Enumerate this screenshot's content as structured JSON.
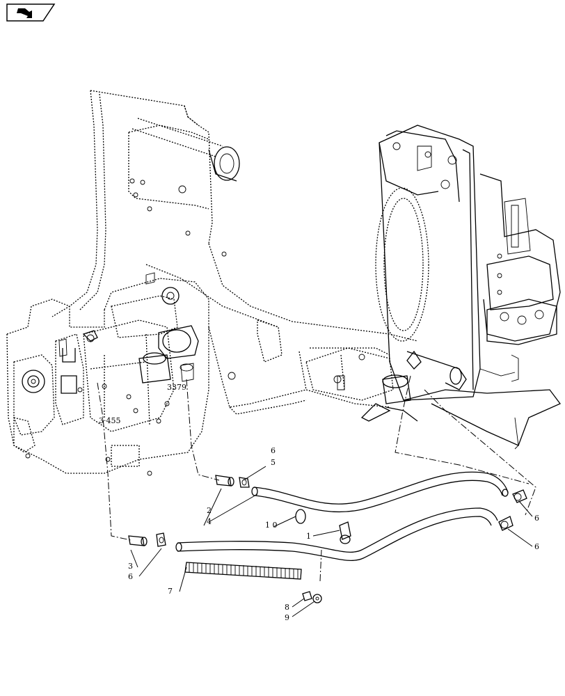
{
  "nav": {
    "icon": "next-page-icon"
  },
  "callouts": {
    "c1": "1",
    "c2": "2",
    "c3": "3",
    "c4": "4",
    "c5": "5",
    "c6a": "6",
    "c6b": "6",
    "c6c": "6",
    "c6d": "6",
    "c7": "7",
    "c8": "8",
    "c9": "9",
    "c10": "1 0"
  },
  "part_marks": {
    "m1": "3379",
    "m2": "3·455"
  }
}
